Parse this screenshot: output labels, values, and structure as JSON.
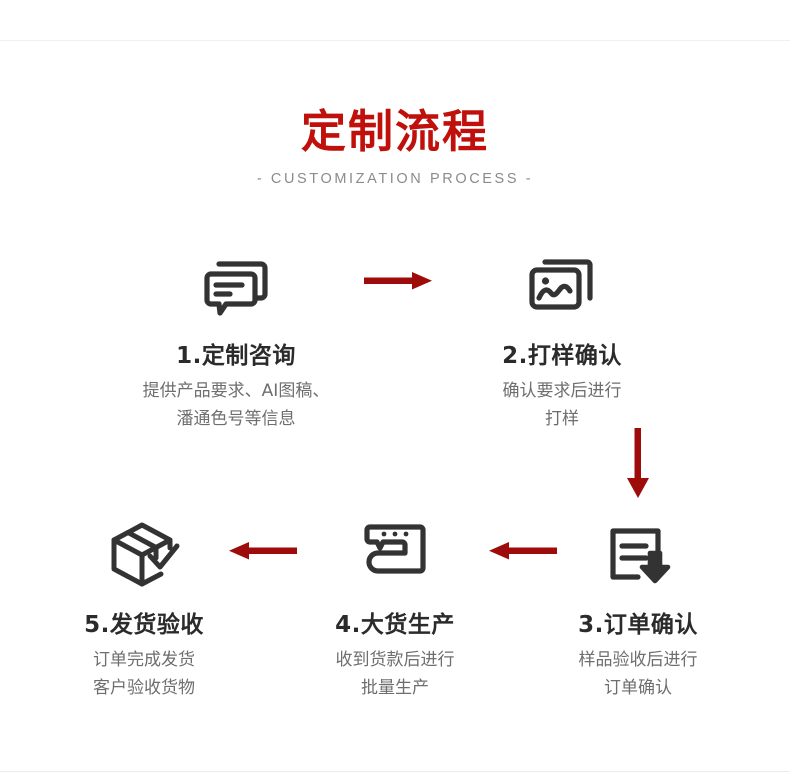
{
  "heading": {
    "title": "定制流程",
    "subtitle": "- CUSTOMIZATION PROCESS -",
    "title_color": "#c0100b",
    "subtitle_color": "#8b8b8b"
  },
  "accent_color": "#9e0b0b",
  "icon_color": "#333333",
  "steps": [
    {
      "icon": "chat-bubbles-icon",
      "title": "1.定制咨询",
      "desc": "提供产品要求、AI图稿、\n潘通色号等信息"
    },
    {
      "icon": "image-photos-icon",
      "title": "2.打样确认",
      "desc": "确认要求后进行\n打样"
    },
    {
      "icon": "document-download-icon",
      "title": "3.订单确认",
      "desc": "样品验收后进行\n订单确认"
    },
    {
      "icon": "sewing-machine-icon",
      "title": "4.大货生产",
      "desc": "收到货款后进行\n批量生产"
    },
    {
      "icon": "box-check-icon",
      "title": "5.发货验收",
      "desc": "订单完成发货\n客户验收货物"
    }
  ],
  "arrows": [
    {
      "name": "arrow-step1-to-step2",
      "direction": "right"
    },
    {
      "name": "arrow-step2-to-step3",
      "direction": "down"
    },
    {
      "name": "arrow-step3-to-step4",
      "direction": "left"
    },
    {
      "name": "arrow-step4-to-step5",
      "direction": "left"
    }
  ]
}
